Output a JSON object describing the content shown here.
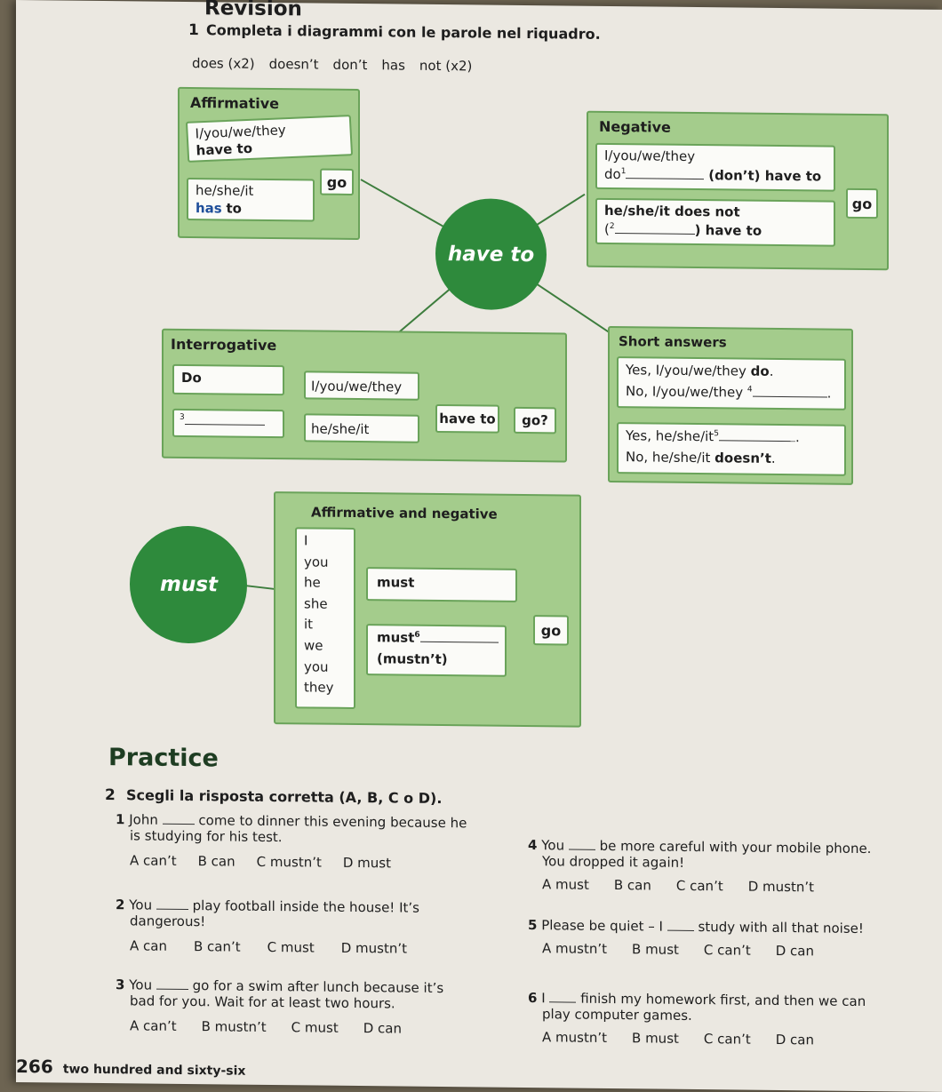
{
  "header": {
    "title": "Revision"
  },
  "exercise1": {
    "number": "1",
    "instruction": "Completa i diagrammi con le parole nel riquadro.",
    "word_bank": [
      "does (x2)",
      "doesn’t",
      "don’t",
      "has",
      "not (x2)"
    ]
  },
  "diagram_have_to": {
    "center": "have to",
    "affirmative": {
      "title": "Affirmative",
      "row1_subject": "I/you/we/they",
      "row1_verb": "have to",
      "row2_subject": "he/she/it",
      "row2_verb_bold": "has",
      "row2_verb_rest": "to",
      "verb": "go"
    },
    "negative": {
      "title": "Negative",
      "row1_subject": "I/you/we/they",
      "row1_prefix": "do",
      "row1_num": "1",
      "row1_suffix": "(don’t) have to",
      "row2_text": "he/she/it does not",
      "row2_paren": "(",
      "row2_num": "2",
      "row2_suffix": ") have to",
      "verb": "go"
    },
    "interrogative": {
      "title": "Interrogative",
      "aux1": "Do",
      "aux2_num": "3",
      "subj1": "I/you/we/they",
      "subj2": "he/she/it",
      "verb": "have to",
      "end": "go?"
    },
    "short_answers": {
      "title": "Short answers",
      "line1_pre": "Yes, I/you/we/they",
      "line1_bold": "do",
      "line1_end": ".",
      "line2_pre": "No, I/you/we/they",
      "line2_num": "4",
      "line2_end": ".",
      "line3_pre": "Yes, he/she/it",
      "line3_num": "5",
      "line3_end": ".",
      "line4_pre": "No, he/she/it",
      "line4_bold": "doesn’t",
      "line4_end": "."
    }
  },
  "diagram_must": {
    "center": "must",
    "title": "Affirmative and negative",
    "pronouns": [
      "I",
      "you",
      "he",
      "she",
      "it",
      "we",
      "you",
      "they"
    ],
    "affirmative": "must",
    "negative_pre": "must",
    "negative_num": "6",
    "negative_paren": "(mustn’t)",
    "verb": "go"
  },
  "practice": {
    "heading": "Practice",
    "exercise2_number": "2",
    "instruction": "Scegli la risposta corretta (A, B, C o D).",
    "left": [
      {
        "n": "1",
        "pre": "John",
        "post": "come to dinner this evening because he",
        "line2": "is studying for his test.",
        "options": [
          "A can’t",
          "B can",
          "C mustn’t",
          "D must"
        ]
      },
      {
        "n": "2",
        "pre": "You",
        "post": "play football inside the house! It’s",
        "line2": "dangerous!",
        "options": [
          "A can",
          "B can’t",
          "C must",
          "D mustn’t"
        ]
      },
      {
        "n": "3",
        "pre": "You",
        "post": "go for a swim after lunch because it’s",
        "line2": "bad for you. Wait for at least two hours.",
        "options": [
          "A can’t",
          "B mustn’t",
          "C must",
          "D can"
        ]
      }
    ],
    "right": [
      {
        "n": "4",
        "pre": "You",
        "post": "be more careful with your mobile phone.",
        "line2": "You dropped it again!",
        "options": [
          "A must",
          "B can",
          "C can’t",
          "D mustn’t"
        ]
      },
      {
        "n": "5",
        "pre": "Please be quiet – I",
        "post": "study with all that noise!",
        "line2": "",
        "options": [
          "A mustn’t",
          "B must",
          "C can’t",
          "D can"
        ]
      },
      {
        "n": "6",
        "pre": "I",
        "post": "finish my homework first, and then we can",
        "line2": "play computer games.",
        "options": [
          "A mustn’t",
          "B must",
          "C can’t",
          "D can"
        ]
      }
    ]
  },
  "footer": {
    "page_number": "266",
    "page_words": "two hundred and sixty-six"
  },
  "colors": {
    "dark_green": "#2e8a3c",
    "light_green": "#a4cc8c",
    "border_green": "#6aa35a",
    "paper": "#ebe8e1"
  }
}
